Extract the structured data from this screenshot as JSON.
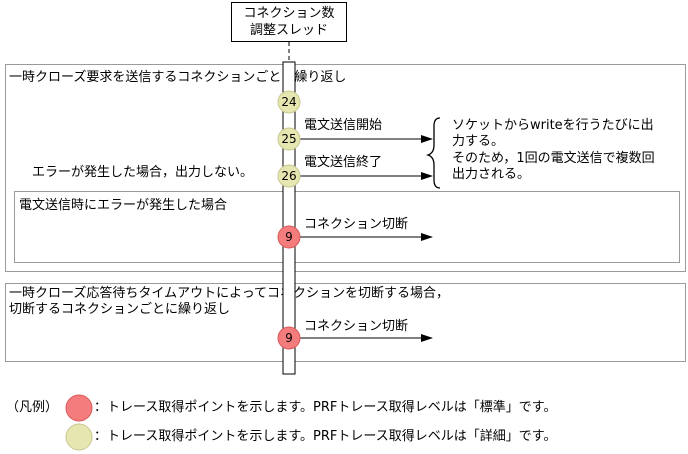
{
  "thread": {
    "line1": "コネクション数",
    "line2": "調整スレッド"
  },
  "loop1": {
    "title": "一時クローズ要求を送信するコネクションごとに繰り返し",
    "trace_points": [
      {
        "id": "24"
      },
      {
        "id": "25",
        "label": "電文送信開始"
      },
      {
        "id": "26",
        "label": "電文送信終了"
      }
    ],
    "note_left": "エラーが発生した場合，出力しない。",
    "note_right_1": "ソケットからwriteを行うたびに出",
    "note_right_2": "力する。",
    "note_right_3": "そのため，1回の電文送信で複数回",
    "note_right_4": "出力される。",
    "error_block": {
      "title": "電文送信時にエラーが発生した場合",
      "point": {
        "id": "9",
        "label": "コネクション切断"
      }
    }
  },
  "loop2": {
    "title_1": "一時クローズ応答待ちタイムアウトによってコネクションを切断する場合，",
    "title_2": "切断するコネクションごとに繰り返し",
    "point": {
      "id": "9",
      "label": "コネクション切断"
    }
  },
  "legend": {
    "caption": "（凡例）",
    "red_text": "：トレース取得ポイントを示します。PRFトレース取得レベルは「標準」です。",
    "yellow_text": "：トレース取得ポイントを示します。PRFトレース取得レベルは「詳細」です。"
  },
  "colors": {
    "standard": "#f47c7c",
    "detail": "#e6e6b0",
    "border": "#9a9a9a"
  }
}
